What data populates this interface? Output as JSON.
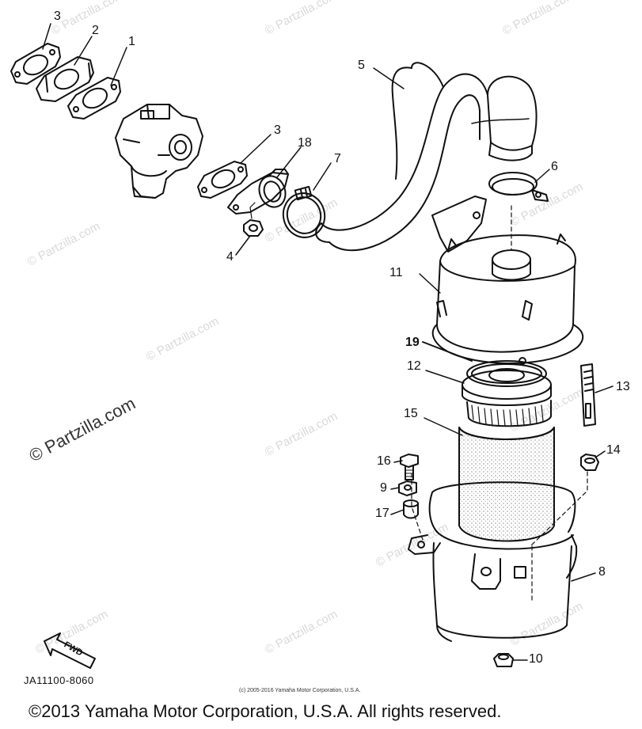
{
  "watermarks": [
    "© Partzilla.com",
    "© Partzilla.com",
    "© Partzilla.com",
    "© Partzilla.com",
    "© Partzilla.com",
    "© Partzilla.com",
    "© Partzilla.com",
    "© Partzilla.com",
    "© Partzilla.com",
    "© Partzilla.com",
    "© Partzilla.com",
    "© Partzilla.com",
    "© Partzilla.com"
  ],
  "watermark_main": "© Partzilla.com",
  "callouts": {
    "c1": "1",
    "c2": "2",
    "c3a": "3",
    "c3b": "3",
    "c4": "4",
    "c5": "5",
    "c6": "6",
    "c7": "7",
    "c8": "8",
    "c9": "9",
    "c10": "10",
    "c11": "11",
    "c12": "12",
    "c13": "13",
    "c14": "14",
    "c15": "15",
    "c16": "16",
    "c17": "17",
    "c18": "18",
    "c19": "19"
  },
  "fwd_label": "FWD",
  "diagram_code": "JA11100-8060",
  "small_copyright": "(c) 2005-2016 Yamaha Motor Corporation, U.S.A.",
  "copyright": "©2013 Yamaha Motor Corporation, U.S.A. All rights reserved.",
  "colors": {
    "line": "#111111",
    "watermark": "#d9d9d9",
    "stipple": "#555555"
  }
}
